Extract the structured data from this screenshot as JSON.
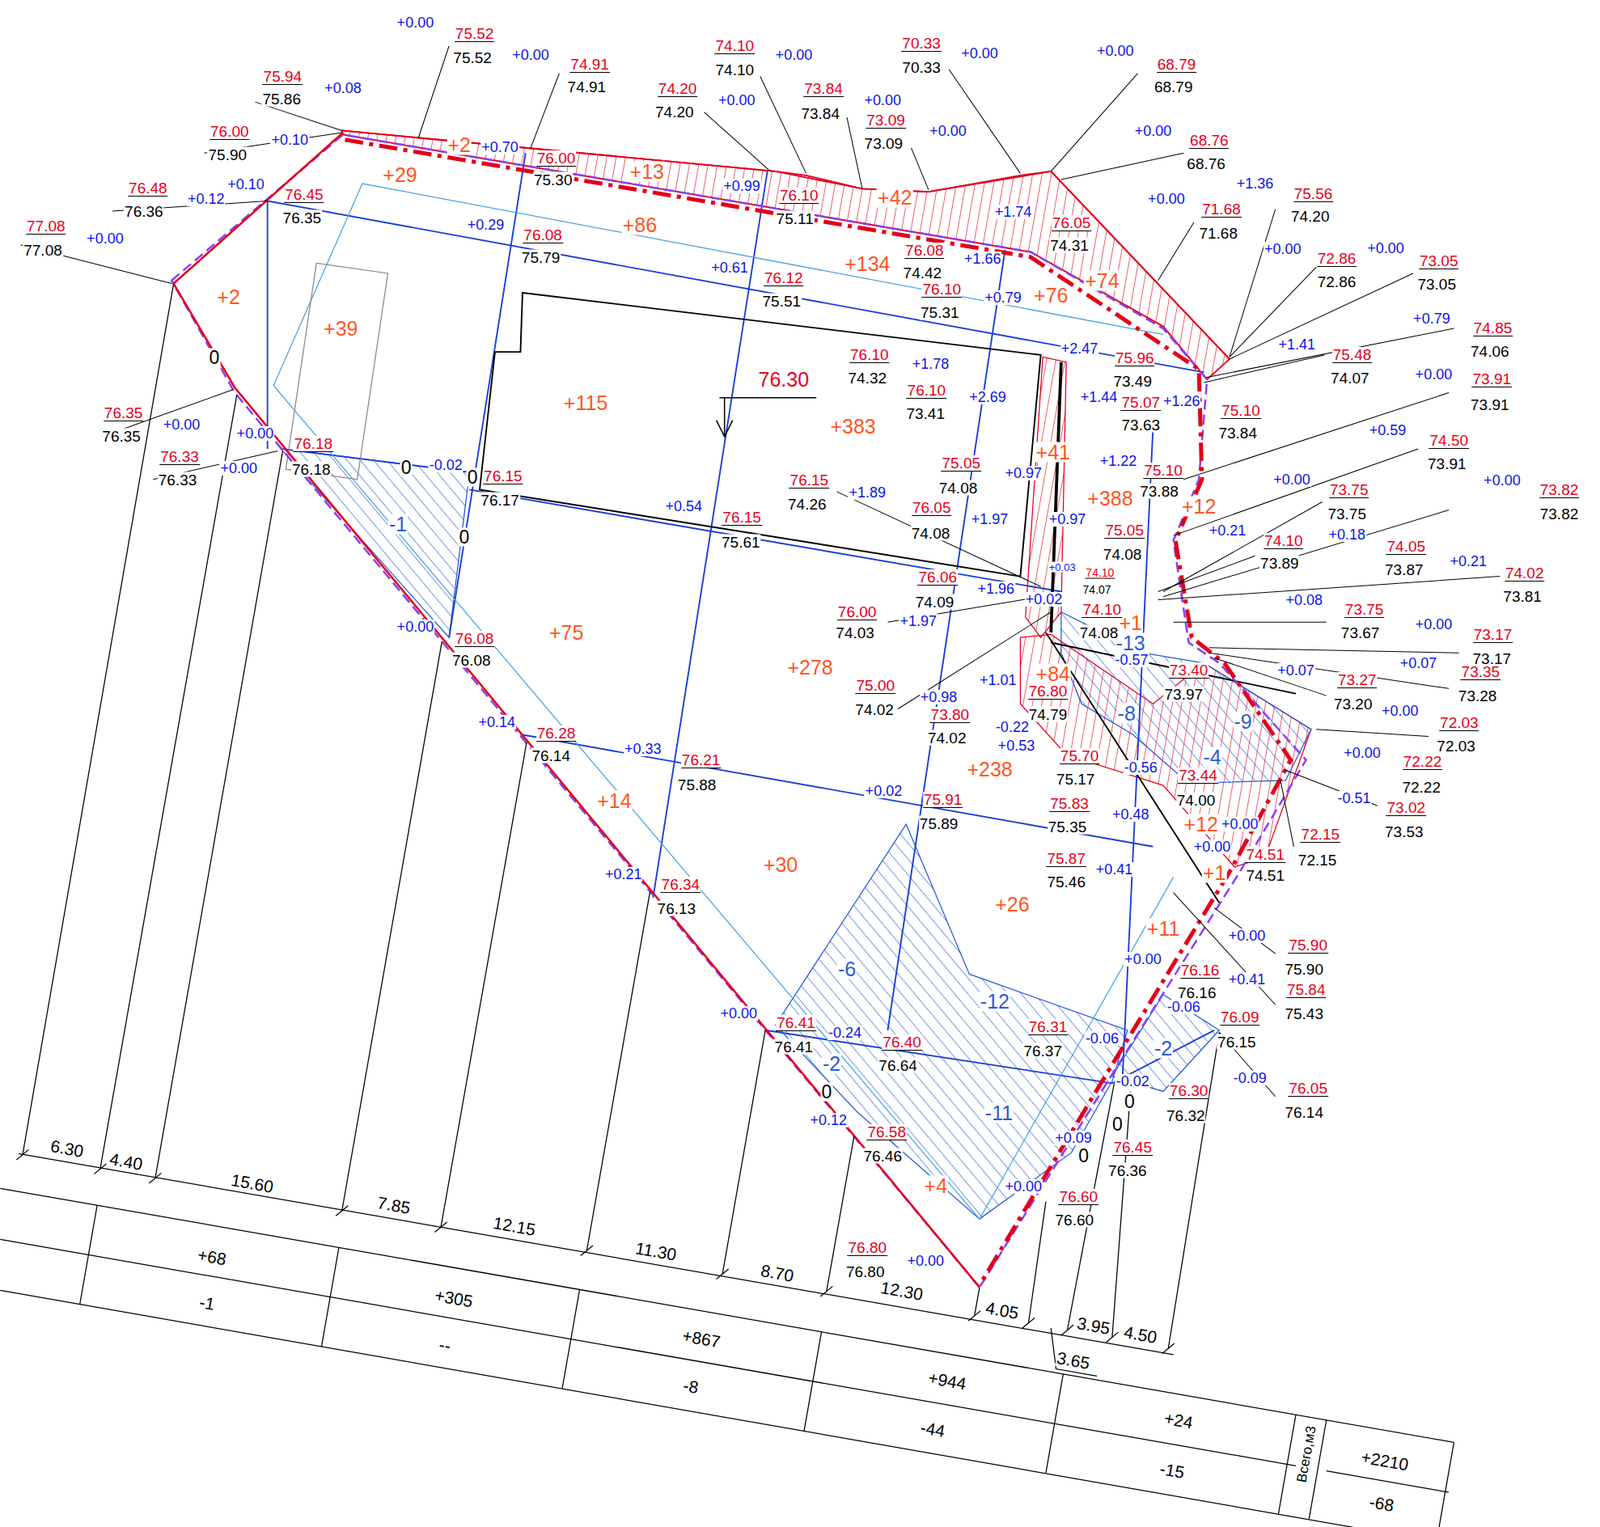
{
  "diagram": {
    "labels": [
      "+0.00",
      "75.52",
      "75.52",
      "+0.00",
      "74.91",
      "74.91",
      "74.10",
      "74.10",
      "+0.00",
      "74.20",
      "74.20",
      "+0.00",
      "73.84",
      "73.84",
      "+0.00",
      "73.09",
      "73.09",
      "+0.00",
      "70.33",
      "70.33",
      "+0.00",
      "+0.00",
      "68.79",
      "68.79",
      "+0.00",
      "68.76",
      "68.76",
      "+1.36",
      "75.56",
      "74.20",
      "+0.00",
      "71.68",
      "71.68",
      "+0.00",
      "72.86",
      "72.86",
      "+0.00",
      "73.05",
      "73.05",
      "+0.79",
      "74.85",
      "74.06",
      "+1.41",
      "75.48",
      "74.07",
      "+0.00",
      "73.91",
      "73.91",
      "+0.59",
      "74.50",
      "73.91",
      "+0.00",
      "73.75",
      "73.75",
      "+0.00",
      "73.82",
      "73.82",
      "+0.21",
      "74.10",
      "73.89",
      "+0.18",
      "74.05",
      "73.87",
      "+0.21",
      "74.02",
      "73.81",
      "+0.08",
      "73.75",
      "73.67",
      "+0.00",
      "73.17",
      "73.17",
      "+0.07",
      "73.35",
      "73.28",
      "+0.07",
      "73.27",
      "73.20",
      "+0.00",
      "72.03",
      "72.03",
      "+0.00",
      "72.22",
      "72.22",
      "-0.51",
      "73.02",
      "73.53",
      "72.15",
      "72.15",
      "+0.00",
      "74.51",
      "74.51",
      "+0.00",
      "+0.00",
      "75.90",
      "75.90",
      "+0.00",
      "76.16",
      "76.16",
      "+0.41",
      "75.84",
      "75.43",
      "-0.06",
      "76.09",
      "76.15",
      "-0.09",
      "76.05",
      "76.14",
      "76.30",
      "76.32",
      "-0.02",
      "-0.06",
      "-2",
      "76.31",
      "76.37",
      "+0.09",
      "76.45",
      "76.36",
      "+0.00",
      "76.60",
      "76.60",
      "0",
      "0",
      "0",
      "76.80",
      "76.80",
      "+0.00",
      "+0.12",
      "76.58",
      "76.46",
      "0",
      "+0.00",
      "76.41",
      "76.41",
      "-0.24",
      "76.40",
      "76.64",
      "-2",
      "-11",
      "-12",
      "-6",
      "+4",
      "+26",
      "+11",
      "+0.41",
      "75.87",
      "75.46",
      "+0.48",
      "75.83",
      "75.35",
      "+12",
      "+1",
      "-4",
      "73.44",
      "74.00",
      "-0.56",
      "-9",
      "-8",
      "73.40",
      "73.97",
      "-0.57",
      "-13",
      "+1",
      "74.10",
      "74.08",
      "+84",
      "76.80",
      "74.79",
      "+0.53",
      "-0.22",
      "75.70",
      "75.17",
      "+238",
      "73.80",
      "74.02",
      "+0.98",
      "75.00",
      "74.02",
      "+1.01",
      "+1.97",
      "76.00",
      "74.03",
      "+0.02",
      "+1.96",
      "76.06",
      "74.09",
      "+0.03",
      "74.10",
      "74.07",
      "75.05",
      "74.08",
      "+0.97",
      "+1.97",
      "76.05",
      "74.08",
      "+1.89",
      "76.15",
      "74.26",
      "75.05",
      "74.08",
      "+0.97",
      "+41",
      "+388",
      "+1.22",
      "75.10",
      "73.88",
      "+1.44",
      "75.07",
      "73.63",
      "+1.26",
      "75.10",
      "73.84",
      "+12",
      "+2.47",
      "75.96",
      "73.49",
      "+1.78",
      "76.10",
      "74.32",
      "76.10",
      "73.41",
      "+2.69",
      "+383",
      "76.30",
      "+115",
      "+0.79",
      "76.10",
      "75.31",
      "+76",
      "+134",
      "+74",
      "76.08",
      "74.42",
      "+1.66",
      "+1.74",
      "76.05",
      "74.31",
      "+42",
      "+0.61",
      "76.12",
      "75.51",
      "+86",
      "+0.99",
      "76.10",
      "75.11",
      "+13",
      "76.00",
      "75.30",
      "+0.70",
      "+2",
      "+29",
      "+0.29",
      "76.08",
      "75.79",
      "75.94",
      "75.86",
      "+0.08",
      "76.00",
      "75.90",
      "+0.10",
      "76.48",
      "76.36",
      "+0.12",
      "+0.10",
      "76.45",
      "76.35",
      "77.08",
      "77.08",
      "+0.00",
      "+2",
      "+39",
      "0",
      "76.35",
      "76.35",
      "+0.00",
      "+0.00",
      "76.33",
      "76.33",
      "+0.00",
      "76.18",
      "76.18",
      "0",
      "-0.02",
      "0",
      "76.15",
      "76.17",
      "0",
      "-1",
      "+0.54",
      "76.15",
      "75.61",
      "+0.00",
      "76.08",
      "76.08",
      "+75",
      "+278",
      "+0.14",
      "76.28",
      "76.14",
      "+0.33",
      "76.21",
      "75.88",
      "+0.02",
      "75.91",
      "75.89",
      "+14",
      "+30",
      "+0.21",
      "76.34",
      "76.13",
      "6.30",
      "4.40",
      "15.60",
      "7.85",
      "12.15",
      "11.30",
      "8.70",
      "12.30",
      "4.05",
      "3.95",
      "4.50",
      "3.65",
      "+68",
      "-1",
      "+305",
      "--",
      "+867",
      "-8",
      "+944",
      "-44",
      "+24",
      "-15",
      "Всего,м3",
      "+2210",
      "-68"
    ]
  }
}
